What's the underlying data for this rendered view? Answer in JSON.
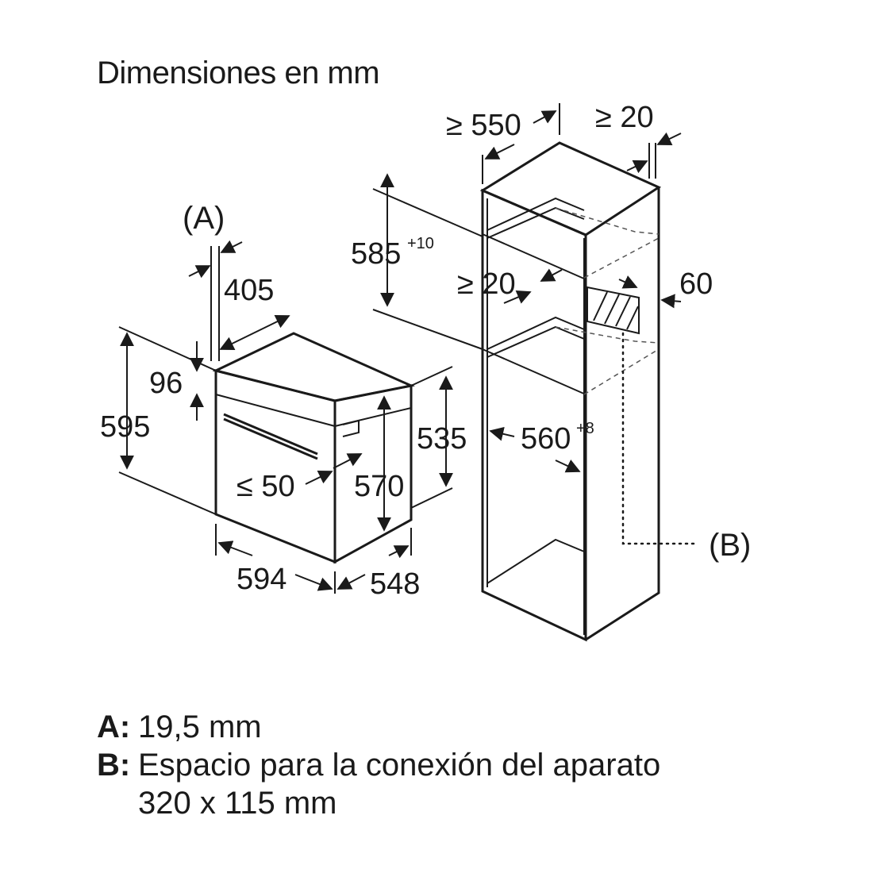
{
  "title": "Dimensiones en mm",
  "oven": {
    "dim_depth_top": "405",
    "dim_panel": "96",
    "dim_height_total": "595",
    "dim_body_height": "535",
    "dim_door_gap": "≤ 50",
    "dim_front_height": "570",
    "dim_width": "594",
    "dim_depth": "548",
    "label_a": "(A)"
  },
  "cabinet": {
    "dim_depth": "≥ 550",
    "dim_back_gap": "≥ 20",
    "dim_niche_height": "585",
    "dim_niche_height_tol": "+10",
    "dim_vent_gap": "≥ 20",
    "dim_vent_depth": "60",
    "dim_niche_width": "560",
    "dim_niche_width_tol": "+8",
    "label_b": "(B)"
  },
  "legend": {
    "a_key": "A:",
    "a_text": "19,5 mm",
    "b_key": "B:",
    "b_text_line1": "Espacio para la conexión del aparato",
    "b_text_line2": "320 x 115 mm"
  }
}
